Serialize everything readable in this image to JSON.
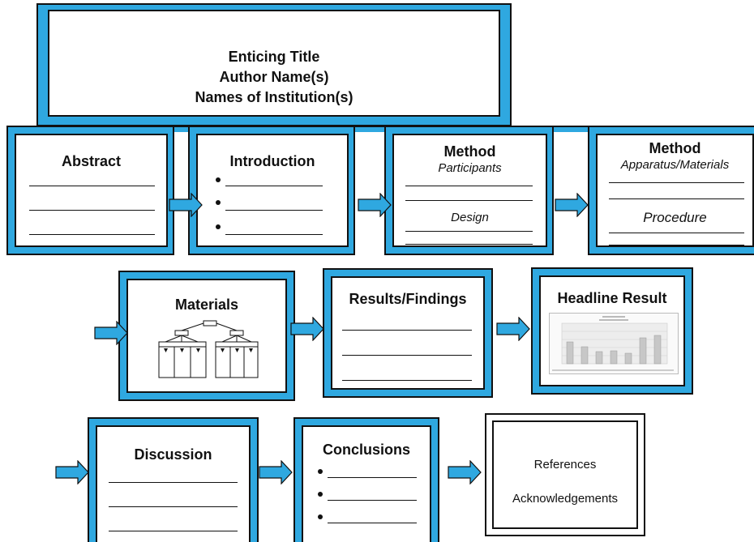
{
  "header": {
    "title": "Enticing Title",
    "authors": "Author Name(s)",
    "institutions": "Names of Institution(s)"
  },
  "panels": {
    "abstract": {
      "title": "Abstract"
    },
    "introduction": {
      "title": "Introduction"
    },
    "method1": {
      "title": "Method",
      "sub1": "Participants",
      "sub2": "Design"
    },
    "method2": {
      "title": "Method",
      "sub1": "Apparatus/Materials",
      "sub2": "Procedure"
    },
    "materials": {
      "title": "Materials"
    },
    "results": {
      "title": "Results/Findings"
    },
    "headline": {
      "title": "Headline Result"
    },
    "discussion": {
      "title": "Discussion"
    },
    "conclusions": {
      "title": "Conclusions"
    },
    "references": {
      "line1": "References",
      "line2": "Acknowledgements"
    }
  },
  "colors": {
    "panel_blue": "#2fa8e0",
    "arrow_blue": "#2fa8e0",
    "outline": "#111111"
  }
}
